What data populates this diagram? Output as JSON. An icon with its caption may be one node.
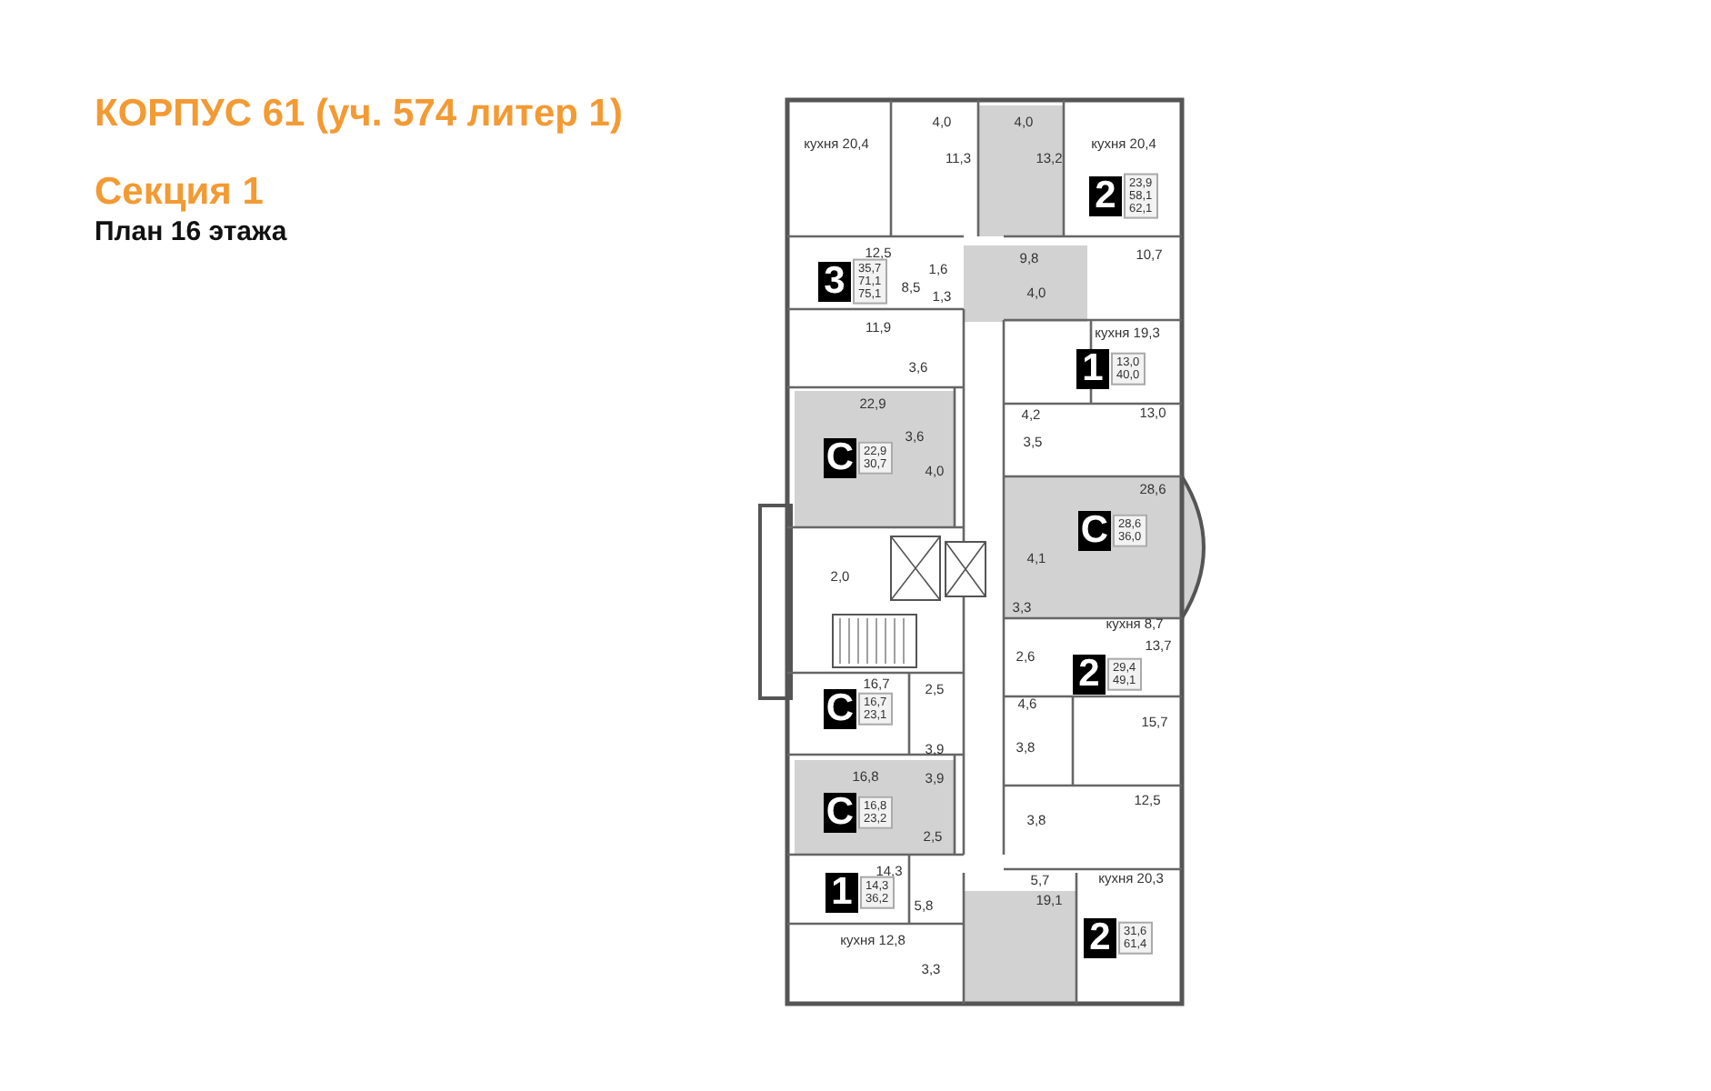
{
  "diagram": {
    "title": "КОРПУС 61 (уч. 574 литер 1)",
    "labels": [
      "Секция 1",
      "План 16 этажа",
      "кухня 20,4",
      "4,0",
      "4,0",
      "кухня 20,4",
      "11,3",
      "13,2",
      "2",
      "23,9 58,1 62,1",
      "12,5",
      "9,8",
      "10,7",
      "1,6",
      "3",
      "35,7 71,1 75,1",
      "8,5",
      "1,3",
      "4,0",
      "11,9",
      "кухня 19,3",
      "3,6",
      "1",
      "13,0 40,0",
      "22,9",
      "4,2",
      "13,0",
      "3,6",
      "3,5",
      "С",
      "22,9 30,7",
      "4,0",
      "28,6",
      "С",
      "28,6 36,0",
      "4,1",
      "2,0",
      "3,3",
      "кухня 8,7",
      "13,7",
      "2,6",
      "2",
      "29,4 49,1",
      "16,7",
      "2,5",
      "4,6",
      "С",
      "16,7 23,1",
      "15,7",
      "3,9",
      "3,8",
      "16,8",
      "3,9",
      "12,5",
      "С",
      "16,8 23,2",
      "3,8",
      "2,5",
      "14,3",
      "5,7",
      "кухня 20,3",
      "1",
      "14,3 36,2",
      "19,1",
      "5,8",
      "2",
      "31,6 61,4",
      "кухня 12,8",
      "3,3"
    ]
  }
}
